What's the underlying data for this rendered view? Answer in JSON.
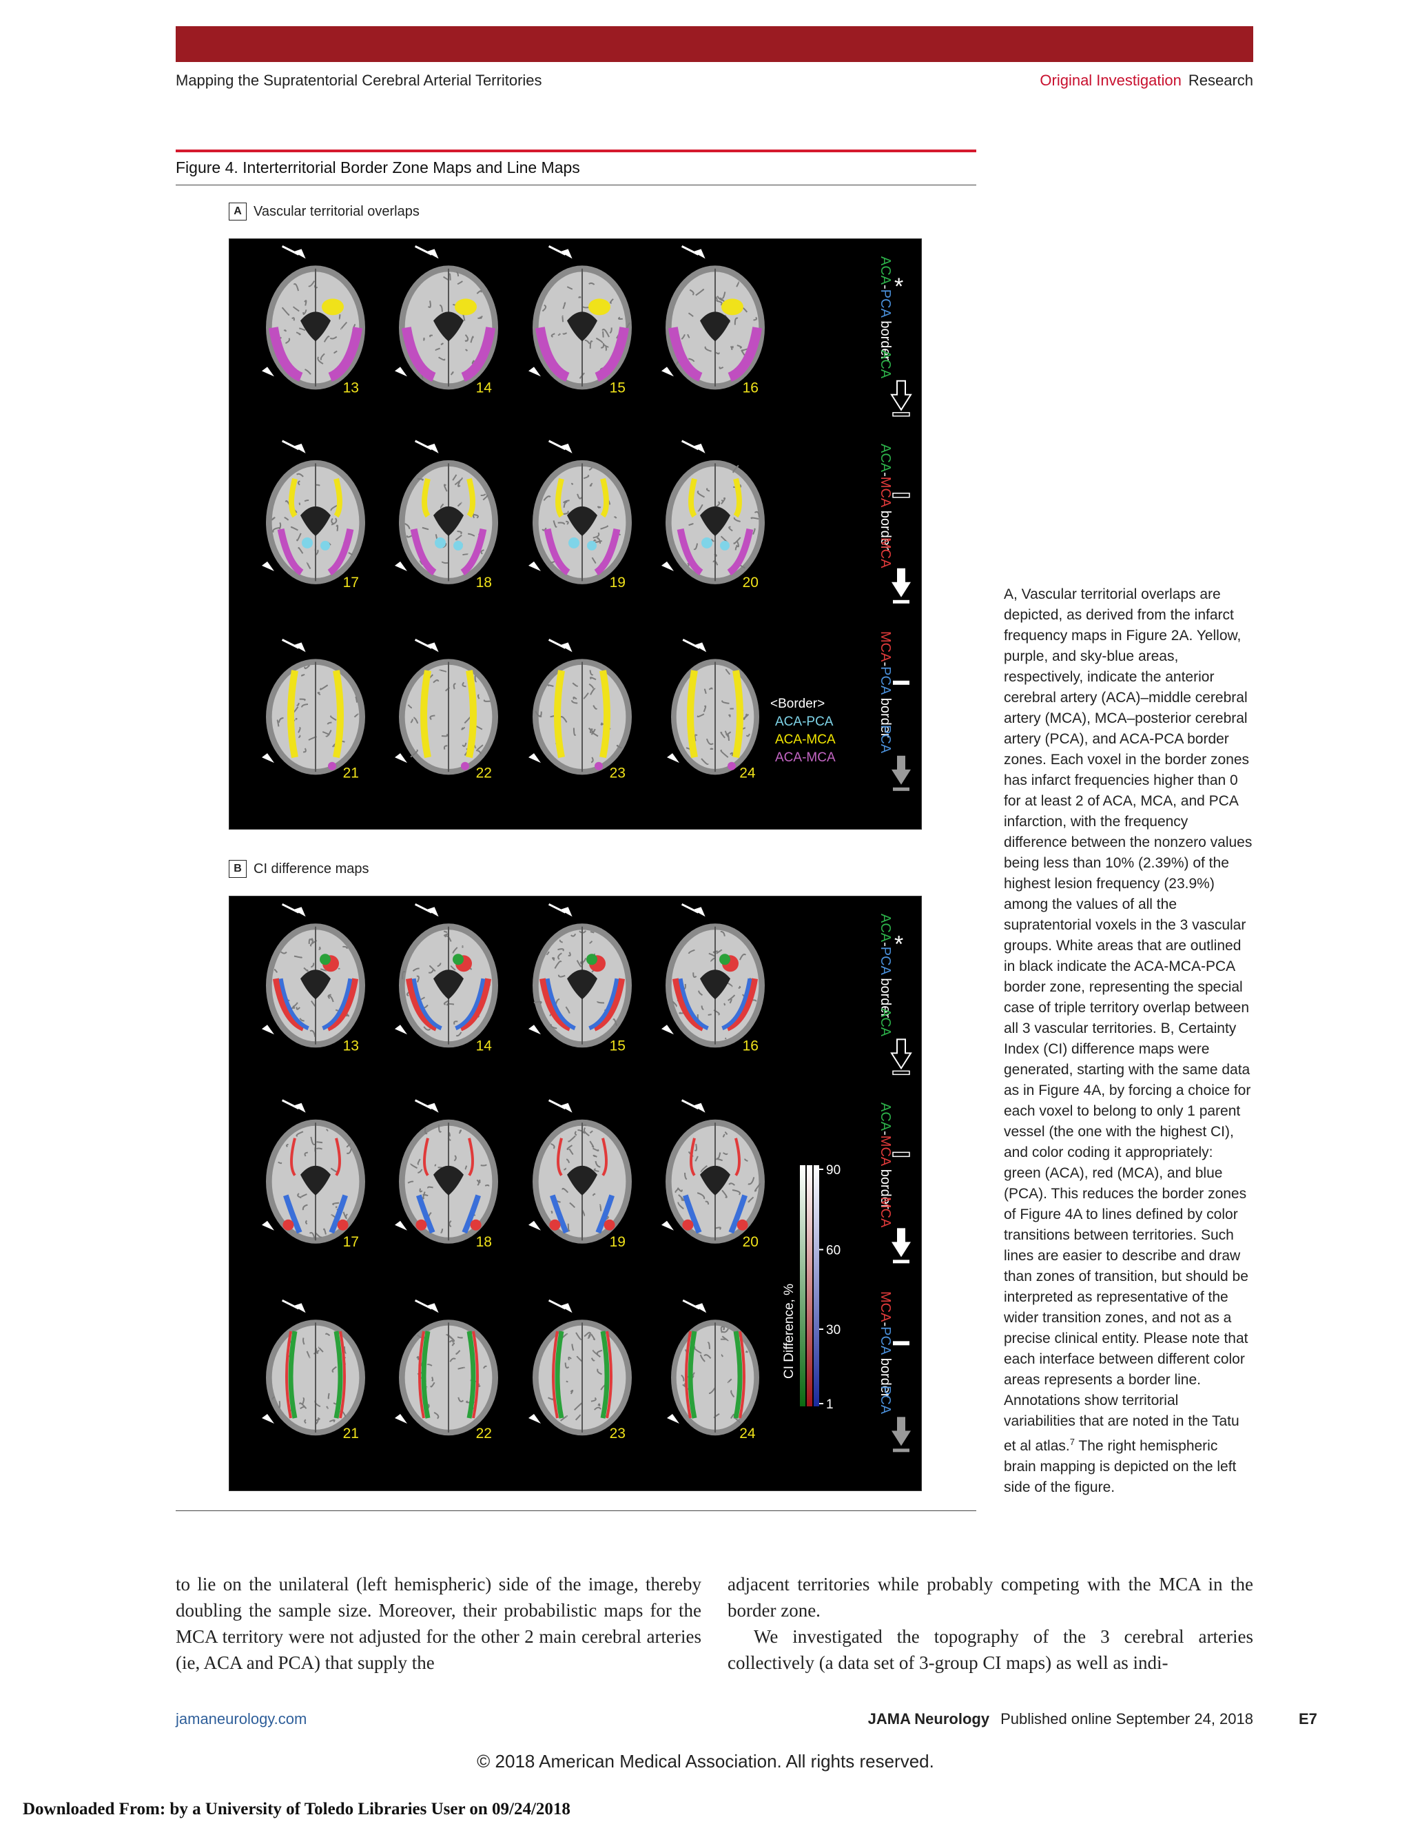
{
  "header": {
    "running_title": "Mapping the Supratentorial Cerebral Arterial Territories",
    "section_primary": "Original Investigation",
    "section_secondary": "Research",
    "accent_color": "#9b1b22"
  },
  "figure": {
    "title": "Figure 4. Interterritorial Border Zone Maps and Line Maps",
    "panel_a": {
      "letter": "A",
      "label": "Vascular territorial overlaps",
      "slice_numbers": [
        "13",
        "14",
        "15",
        "16",
        "17",
        "18",
        "19",
        "20",
        "21",
        "22",
        "23",
        "24"
      ],
      "inset_legend": {
        "heading": "<Border>",
        "items": [
          {
            "text": "ACA-PCA",
            "color": "#7fd4e8"
          },
          {
            "text": "ACA-MCA",
            "color": "#f2e600"
          },
          {
            "text": "ACA-MCA",
            "color": "#c466c4"
          }
        ]
      }
    },
    "panel_b": {
      "letter": "B",
      "label": "CI difference maps",
      "slice_numbers": [
        "13",
        "14",
        "15",
        "16",
        "17",
        "18",
        "19",
        "20",
        "21",
        "22",
        "23",
        "24"
      ],
      "colorbar": {
        "title": "CI Difference, %",
        "ticks": [
          "90",
          "60",
          "30",
          "1"
        ]
      }
    },
    "side_legend": [
      {
        "parts": [
          {
            "t": "ACA",
            "c": "#2db24a"
          },
          {
            "t": "-",
            "c": "#ffffff"
          },
          {
            "t": "PCA",
            "c": "#4a8fd9"
          },
          {
            "t": " border",
            "c": "#ffffff"
          }
        ],
        "marker": "*"
      },
      {
        "parts": [
          {
            "t": "ACA",
            "c": "#2db24a"
          }
        ],
        "marker": "open-arrow"
      },
      {
        "parts": [
          {
            "t": "ACA",
            "c": "#2db24a"
          },
          {
            "t": "-",
            "c": "#ffffff"
          },
          {
            "t": "MCA",
            "c": "#e03a3a"
          },
          {
            "t": " border",
            "c": "#ffffff"
          }
        ],
        "marker": "open-bar"
      },
      {
        "parts": [
          {
            "t": "MCA",
            "c": "#e03a3a"
          }
        ],
        "marker": "solid-arrow"
      },
      {
        "parts": [
          {
            "t": "MCA",
            "c": "#e03a3a"
          },
          {
            "t": "-",
            "c": "#ffffff"
          },
          {
            "t": "PCA",
            "c": "#4a8fd9"
          },
          {
            "t": " border",
            "c": "#ffffff"
          }
        ],
        "marker": "solid-bar"
      },
      {
        "parts": [
          {
            "t": "PCA",
            "c": "#4a8fd9"
          }
        ],
        "marker": "gray-arrow"
      }
    ]
  },
  "caption": {
    "text_before_ref": "A, Vascular territorial overlaps are depicted, as derived from the infarct frequency maps in Figure 2A. Yellow, purple, and sky-blue areas, respectively, indicate the anterior cerebral artery (ACA)–middle cerebral artery (MCA), MCA–posterior cerebral artery (PCA), and ACA-PCA border zones. Each voxel in the border zones has infarct frequencies higher than 0 for at least 2 of ACA, MCA, and PCA infarction, with the frequency difference between the nonzero values being less than 10% (2.39%) of the highest lesion frequency (23.9%) among the values of all the supratentorial voxels in the 3 vascular groups. White areas that are outlined in black indicate the ACA-MCA-PCA border zone, representing the special case of triple territory overlap between all 3 vascular territories. B, Certainty Index (CI) difference maps were generated, starting with the same data as in Figure 4A, by forcing a choice for each voxel to belong to only 1 parent vessel (the one with the highest CI), and color coding it appropriately: green (ACA), red (MCA), and blue (PCA). This reduces the border zones of Figure 4A to lines defined by color transitions between territories. Such lines are easier to describe and draw than zones of transition, but should be interpreted as representative of the wider transition zones, and not as a precise clinical entity. Please note that each interface between different color areas represents a border line. Annotations show territorial variabilities that are noted in the Tatu et al atlas.",
    "ref": "7",
    "text_after_ref": " The right hemispheric brain mapping is depicted on the left side of the figure."
  },
  "body": {
    "left_col": "to lie on the unilateral (left hemispheric) side of the image, thereby doubling the sample size. Moreover, their probabilistic maps for the MCA territory were not adjusted for the other 2 main cerebral arteries (ie, ACA and PCA) that supply the",
    "right_col_p1": "adjacent territories while probably competing with the MCA in the border zone.",
    "right_col_p2": "We investigated the topography of the 3 cerebral arteries collectively (a data set of 3-group CI maps) as well as indi-"
  },
  "footer": {
    "url": "jamaneurology.com",
    "journal": "JAMA Neurology",
    "published": "Published online September 24, 2018",
    "page": "E7",
    "copyright": "© 2018 American Medical Association. All rights reserved.",
    "download": "Downloaded From:  by a University of Toledo Libraries User  on 09/24/2018"
  }
}
